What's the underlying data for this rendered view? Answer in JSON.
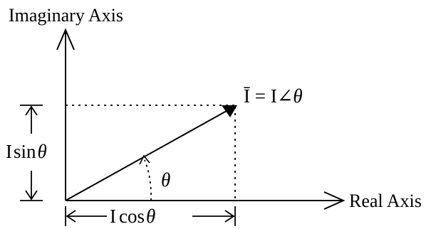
{
  "diagram": {
    "imaginary_axis_label": "Imaginary Axis",
    "real_axis_label": "Real Axis",
    "phasor_label": {
      "symbol": "Ī",
      "equals": " = I∠",
      "angle": "θ"
    },
    "vertical_component": {
      "prefix": "I",
      "func": "sin",
      "angle": "θ"
    },
    "horizontal_component": {
      "prefix": "I",
      "func": "cos",
      "angle": "θ"
    },
    "angle_label": "θ",
    "colors": {
      "ink": "#000000",
      "background": "#ffffff"
    }
  }
}
